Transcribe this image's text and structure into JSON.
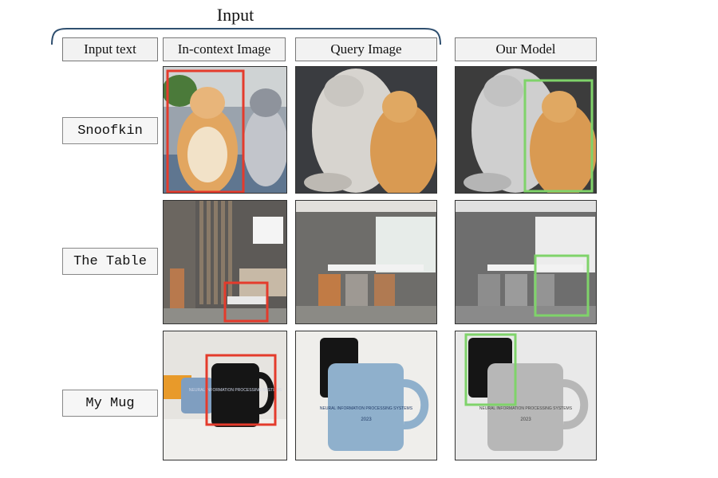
{
  "title": "Input",
  "headers": {
    "input_text": "Input text",
    "in_context": "In-context Image",
    "query": "Query Image",
    "model": "Our Model"
  },
  "rows": [
    {
      "label": "Snoofkin"
    },
    {
      "label": "The Table"
    },
    {
      "label": "My Mug"
    }
  ],
  "colors": {
    "context_box": "#e43b2c",
    "prediction_box": "#7fd36a"
  },
  "mug_text": [
    "NEURAL INFORMATION PROCESSING SYSTEMS",
    "2023"
  ]
}
